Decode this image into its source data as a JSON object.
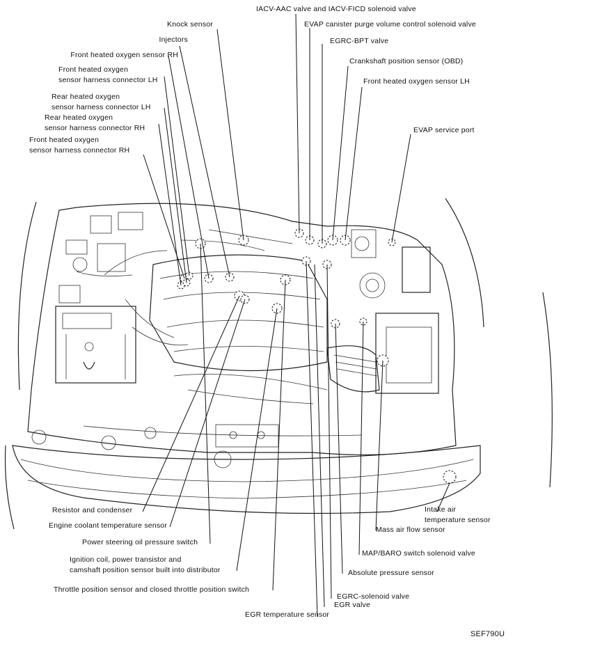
{
  "labels": {
    "knock_sensor": "Knock sensor",
    "injectors": "Injectors",
    "front_ho2s_rh": "Front heated oxygen sensor RH",
    "front_ho2s_conn_lh": "Front heated oxygen\nsensor harness connector LH",
    "rear_ho2s_conn_lh": "Rear heated oxygen\nsensor harness connector LH",
    "rear_ho2s_conn_rh": "Rear heated oxygen\nsensor harness connector RH",
    "front_ho2s_conn_rh": "Front heated oxygen\nsensor harness connector RH",
    "iacv": "IACV-AAC valve and IACV-FICD solenoid valve",
    "evap_purge": "EVAP canister purge volume control solenoid valve",
    "egrc_bpt": "EGRC-BPT valve",
    "ckp_sensor": "Crankshaft position sensor (OBD)",
    "front_ho2s_lh": "Front heated oxygen sensor LH",
    "evap_port": "EVAP service port",
    "resistor": "Resistor and condenser",
    "ect_sensor": "Engine coolant temperature sensor",
    "ps_switch": "Power steering oil pressure switch",
    "ignition": "Ignition coil, power transistor and\ncamshaft position sensor built into distributor",
    "tps": "Throttle position sensor and closed throttle position switch",
    "egr_temp": "EGR temperature sensor",
    "egr_valve": "EGR valve",
    "egrc_solenoid": "EGRC-solenoid valve",
    "abs_pressure": "Absolute pressure sensor",
    "map_baro": "MAP/BARO switch solenoid valve",
    "maf": "Mass air flow sensor",
    "iat": "Intake air\ntemperature sensor"
  },
  "figure_code": "SEF790U"
}
